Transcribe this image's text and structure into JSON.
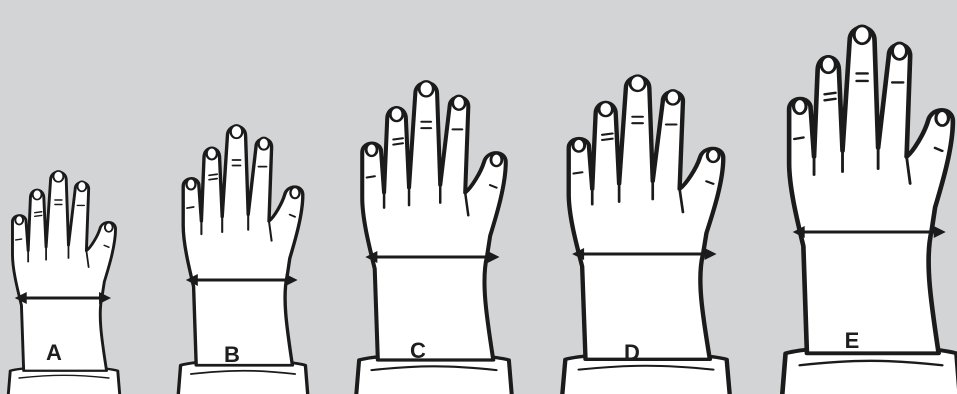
{
  "background_color": "#d3d4d6",
  "outline_color": "#1b1b1b",
  "hands": [
    {
      "label": "A",
      "icon": "hand-icon"
    },
    {
      "label": "B",
      "icon": "hand-icon"
    },
    {
      "label": "C",
      "icon": "hand-icon"
    },
    {
      "label": "D",
      "icon": "hand-icon"
    },
    {
      "label": "E",
      "icon": "hand-icon"
    }
  ]
}
